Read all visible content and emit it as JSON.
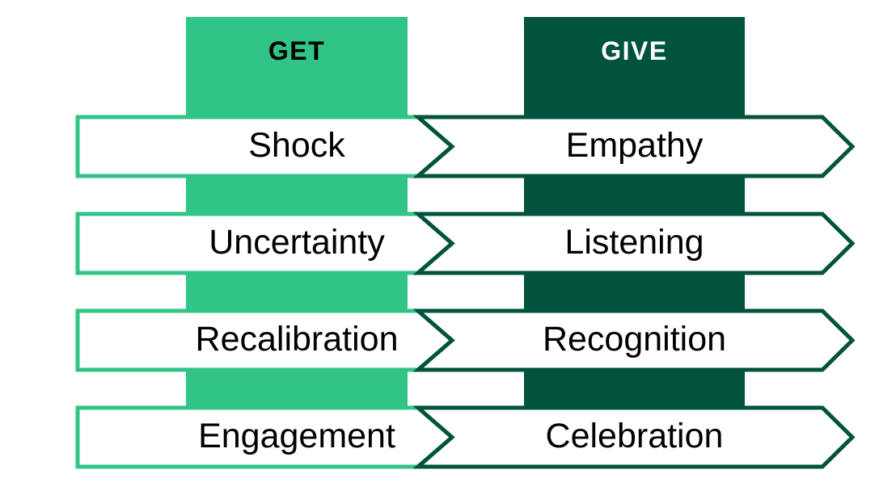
{
  "diagram": {
    "columns": {
      "get": {
        "label": "GET",
        "fill": "#31C487",
        "text_color": "#000000"
      },
      "give": {
        "label": "GIVE",
        "fill": "#02533D",
        "text_color": "#FFFFFF"
      }
    },
    "arrow": {
      "fill": "#FFFFFF",
      "text_color": "#000000"
    },
    "rows": [
      {
        "get": "Shock",
        "give": "Empathy"
      },
      {
        "get": "Uncertainty",
        "give": "Listening"
      },
      {
        "get": "Recalibration",
        "give": "Recognition"
      },
      {
        "get": "Engagement",
        "give": "Celebration"
      }
    ]
  }
}
